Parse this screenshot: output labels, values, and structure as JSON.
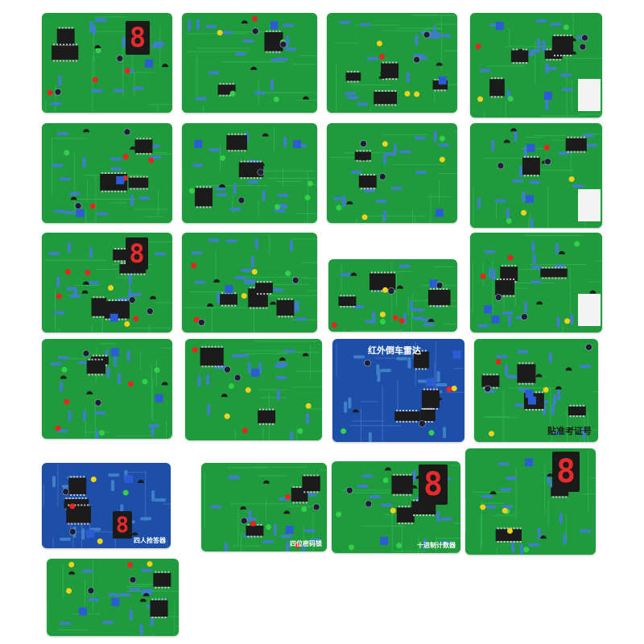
{
  "colors": {
    "pcb_green": "#1f9a3c",
    "pcb_green_light": "#27b04a",
    "pcb_blue": "#1d4fa8",
    "ic_black": "#1b1b1b",
    "led_red": "#e8251e",
    "led_yellow": "#f2d21a",
    "led_green": "#33d04a",
    "pot_blue": "#2b5cd6",
    "terminal_blue": "#1d63c9",
    "terminal_green": "#3fbf3a",
    "silkscreen": "#ffffff"
  },
  "boards": [
    {
      "id": "b1",
      "seven_segment": "8"
    },
    {
      "id": "b2"
    },
    {
      "id": "b3"
    },
    {
      "id": "b4"
    },
    {
      "id": "b5"
    },
    {
      "id": "b6"
    },
    {
      "id": "b7"
    },
    {
      "id": "b8"
    },
    {
      "id": "b9",
      "seven_segment": "8"
    },
    {
      "id": "b10"
    },
    {
      "id": "b11"
    },
    {
      "id": "b12"
    },
    {
      "id": "b13"
    },
    {
      "id": "b14"
    },
    {
      "id": "b15",
      "title": "红外倒车雷达"
    },
    {
      "id": "b16",
      "label": "贴准考证号"
    },
    {
      "id": "b17",
      "title": "四人抢答器",
      "seven_segment": "8"
    },
    {
      "id": "b18",
      "title": "四位密码锁"
    },
    {
      "id": "b19",
      "title": "十进制计数器",
      "seven_segment": "8"
    },
    {
      "id": "b20",
      "seven_segment": "8"
    },
    {
      "id": "b21"
    }
  ]
}
